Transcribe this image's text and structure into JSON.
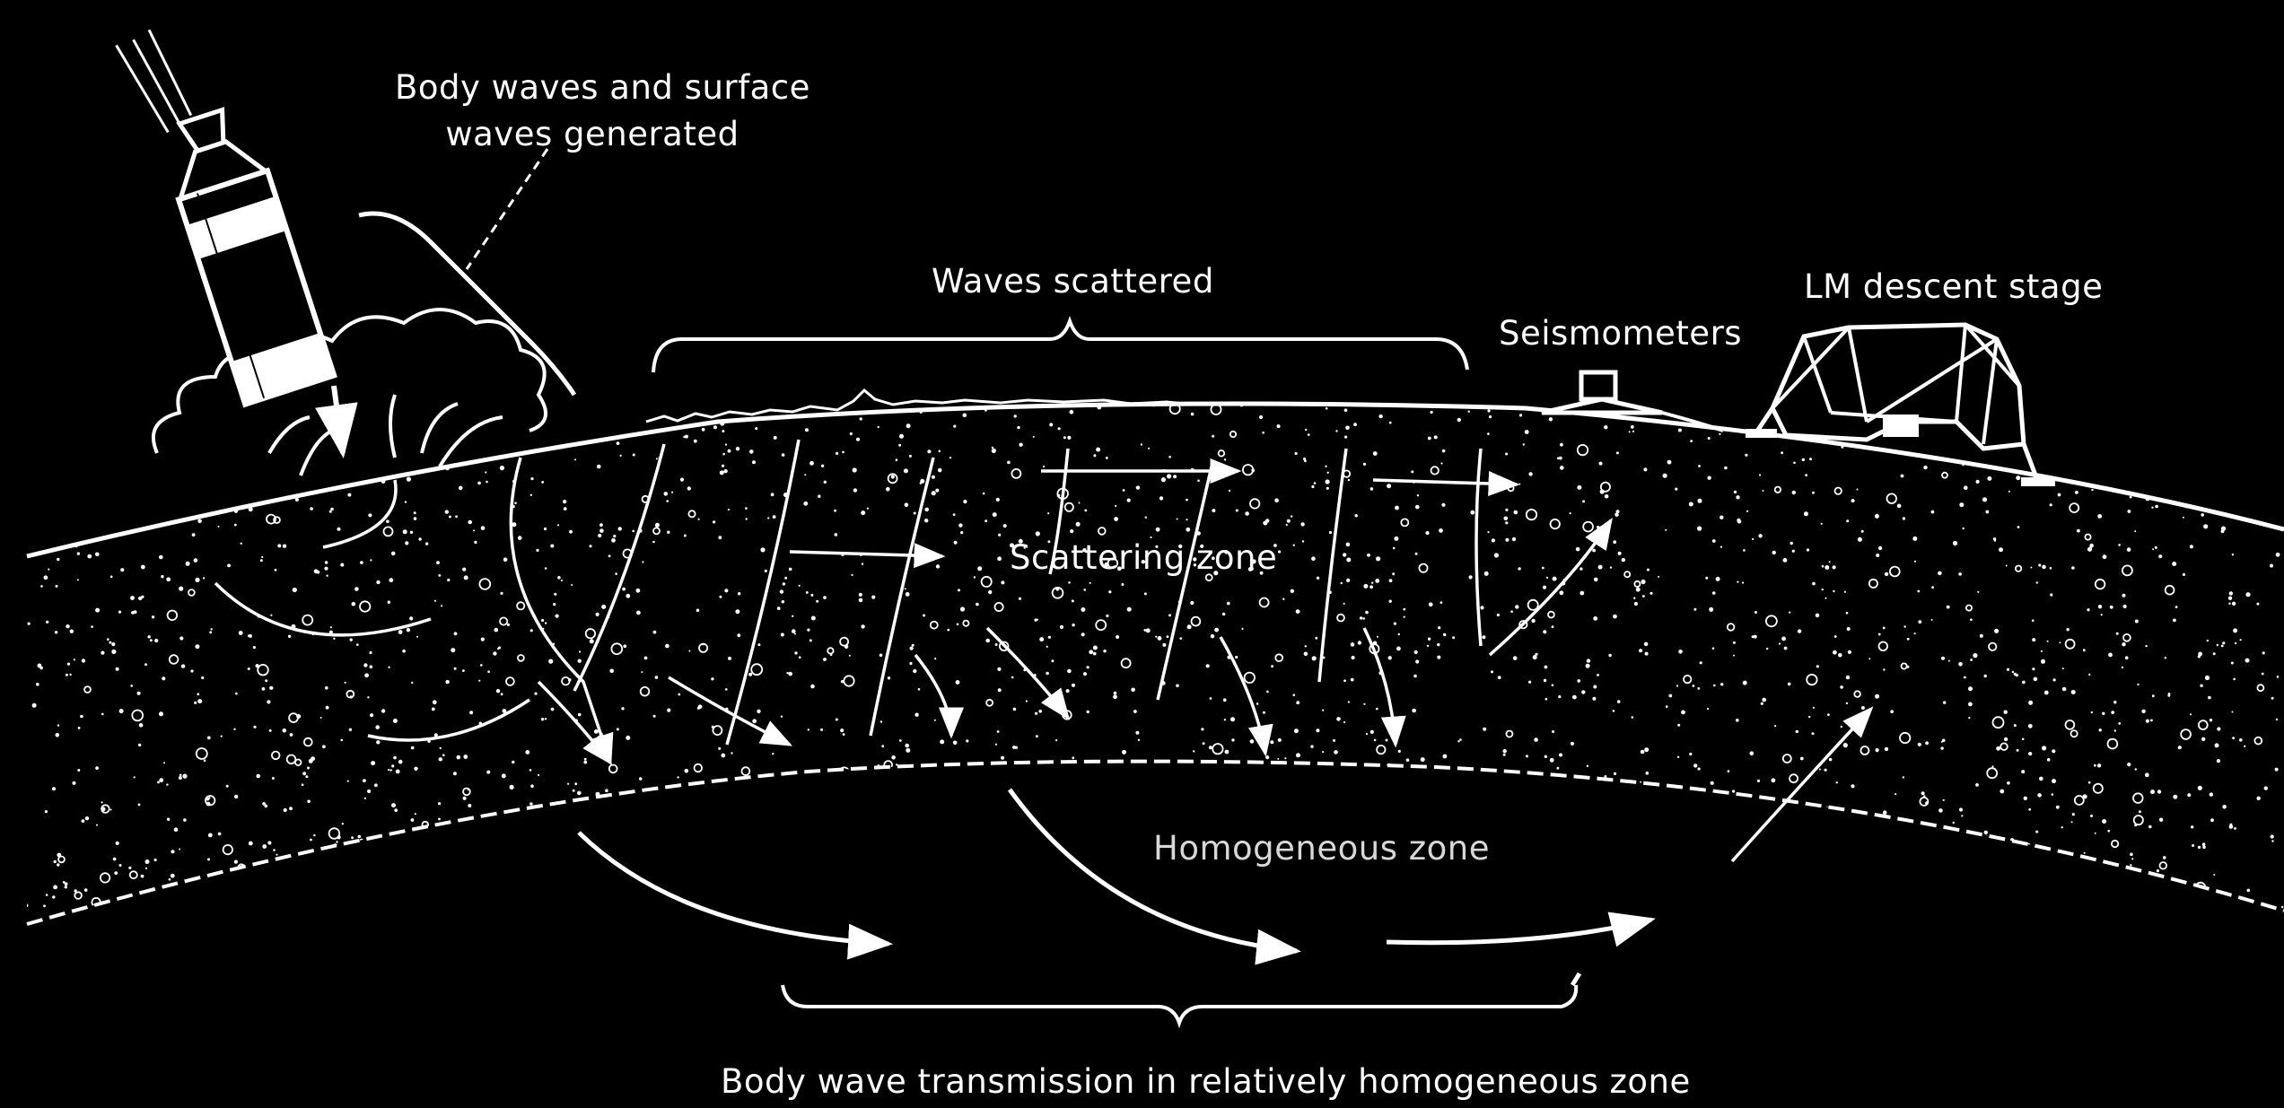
{
  "labels": {
    "body_waves_line1": "Body waves and surface",
    "body_waves_line2": "waves generated",
    "waves_scattered": "Waves scattered",
    "seismometers": "Seismometers",
    "lm_descent_stage": "LM descent stage",
    "scattering_zone": "Scattering zone",
    "homogeneous_zone": "Homogeneous zone",
    "body_wave_transmission": "Body wave transmission in relatively homogeneous zone"
  },
  "colors": {
    "background": "#000000",
    "ink": "#ffffff"
  },
  "icons": {
    "impactor": "spacecraft-stage-icon",
    "seismometer": "seismometer-icon",
    "lander": "lm-descent-stage-icon"
  }
}
